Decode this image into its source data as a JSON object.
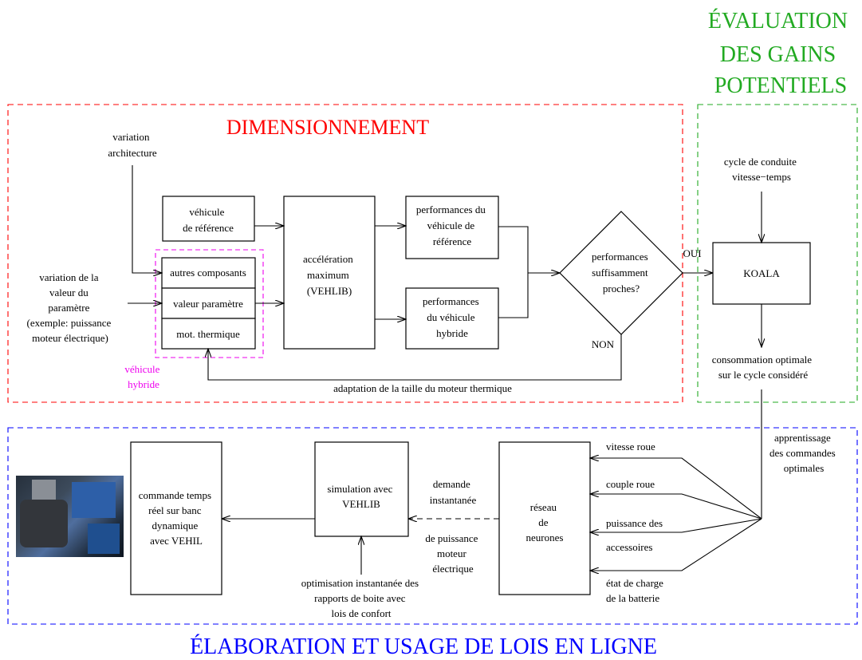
{
  "titles": {
    "evaluation": [
      "ÉVALUATION",
      "DES GAINS",
      "POTENTIELS"
    ],
    "dimensionnement": "DIMENSIONNEMENT",
    "elaboration": "ÉLABORATION ET USAGE DE LOIS EN LIGNE"
  },
  "colors": {
    "red": "#ff0000",
    "green": "#22aa22",
    "blue": "#0000ff",
    "magenta": "#ee00ee",
    "black": "#000000"
  },
  "dim": {
    "variation_architecture": [
      "variation",
      "architecture"
    ],
    "variation_valeur": [
      "variation de la",
      "valeur du",
      "paramètre",
      "(exemple: puissance",
      "moteur électrique)"
    ],
    "vehicule_reference": [
      "véhicule",
      "de référence"
    ],
    "autres_composants": "autres composants",
    "valeur_parametre": "valeur paramètre",
    "mot_thermique": "mot. thermique",
    "vehicule_hybride": [
      "véhicule",
      "hybride"
    ],
    "acceleration": [
      "accélération",
      "maximum",
      "(VEHLIB)"
    ],
    "perf_reference": [
      "performances du",
      "véhicule de",
      "référence"
    ],
    "perf_hybride": [
      "performances",
      "du véhicule",
      "hybride"
    ],
    "decision": [
      "performances",
      "suffisamment",
      "proches?"
    ],
    "oui": "OUI",
    "non": "NON",
    "adaptation": "adaptation de la taille du moteur thermique"
  },
  "eval": {
    "cycle": [
      "cycle de conduite",
      "vitesse−temps"
    ],
    "koala": "KOALA",
    "consommation": [
      "consommation optimale",
      "sur le cycle considéré"
    ]
  },
  "ela": {
    "apprentissage": [
      "apprentissage",
      "des commandes",
      "optimales"
    ],
    "inputs": {
      "vitesse_roue": [
        "vitesse roue"
      ],
      "couple_roue": [
        "couple roue"
      ],
      "puissance_acc": [
        "puissance des",
        "accessoires"
      ],
      "etat_charge": [
        "état de charge",
        "de la batterie"
      ]
    },
    "reseau": [
      "réseau",
      "de",
      "neurones"
    ],
    "demande": [
      "demande",
      "instantanée"
    ],
    "de_puissance": [
      "de puissance",
      "moteur",
      "électrique"
    ],
    "simulation": [
      "simulation avec",
      "VEHLIB"
    ],
    "optimisation": [
      "optimisation instantanée des",
      "rapports de boite avec",
      "lois de confort"
    ],
    "commande": [
      "commande temps",
      "réel sur banc",
      "dynamique",
      "avec VEHIL"
    ]
  }
}
